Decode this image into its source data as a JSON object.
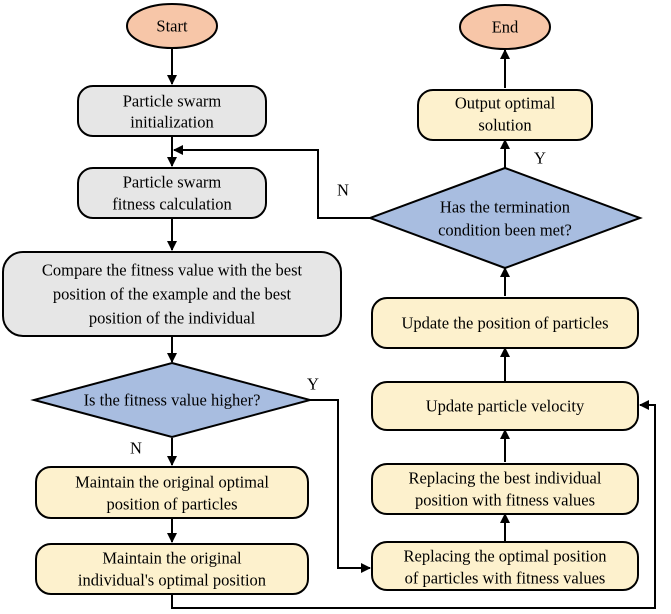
{
  "colors": {
    "terminal_fill": "#f7c6a8",
    "process_gray_fill": "#e6e6e6",
    "process_yellow_fill": "#fdf1cd",
    "decision_fill": "#a8bde0",
    "stroke": "#000000"
  },
  "nodes": {
    "start": {
      "lines": [
        "Start"
      ]
    },
    "end": {
      "lines": [
        "End"
      ]
    },
    "init": {
      "lines": [
        "Particle swarm",
        "initialization"
      ]
    },
    "fitness": {
      "lines": [
        "Particle swarm",
        "fitness calculation"
      ]
    },
    "compare": {
      "lines": [
        "Compare the fitness value with the best",
        "position of the example and the best",
        "position of the individual"
      ]
    },
    "decision_higher": {
      "lines": [
        "Is the fitness value higher?"
      ]
    },
    "maintain_particles": {
      "lines": [
        "Maintain the original optimal",
        "position of particles"
      ]
    },
    "maintain_individual": {
      "lines": [
        "Maintain the original",
        "individual's optimal position"
      ]
    },
    "replace_particles": {
      "lines": [
        "Replacing the optimal position",
        "of particles with fitness values"
      ]
    },
    "replace_individual": {
      "lines": [
        "Replacing the best individual",
        "position with fitness values"
      ]
    },
    "update_velocity": {
      "lines": [
        "Update particle velocity"
      ]
    },
    "update_position": {
      "lines": [
        "Update the position of particles"
      ]
    },
    "decision_termination": {
      "lines": [
        "Has the termination",
        "condition been met?"
      ]
    },
    "output": {
      "lines": [
        "Output optimal",
        "solution"
      ]
    }
  },
  "edge_labels": {
    "higher_yes": "Y",
    "higher_no": "N",
    "termination_yes": "Y",
    "termination_no": "N"
  }
}
